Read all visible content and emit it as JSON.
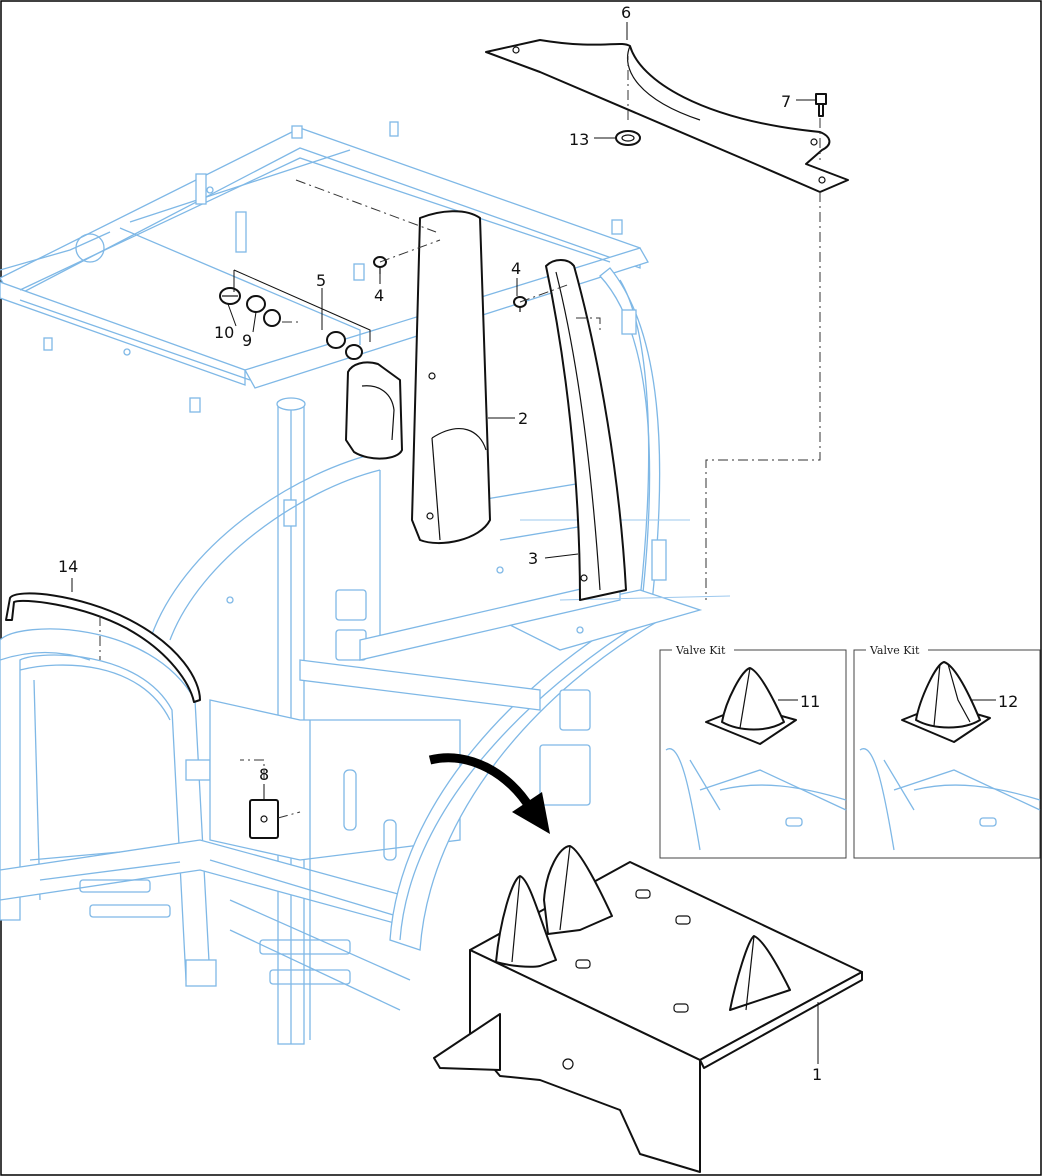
{
  "callouts": {
    "c1": "1",
    "c2": "2",
    "c3": "3",
    "c4a": "4",
    "c4b": "4",
    "c5": "5",
    "c6": "6",
    "c7": "7",
    "c8": "8",
    "c9": "9",
    "c10": "10",
    "c11": "11",
    "c12": "12",
    "c13": "13",
    "c14": "14"
  },
  "insets": {
    "left_title": "Valve Kit",
    "right_title": "Valve Kit"
  },
  "colors": {
    "frame": "#7fb8e6",
    "part": "#111111",
    "background": "#ffffff"
  }
}
